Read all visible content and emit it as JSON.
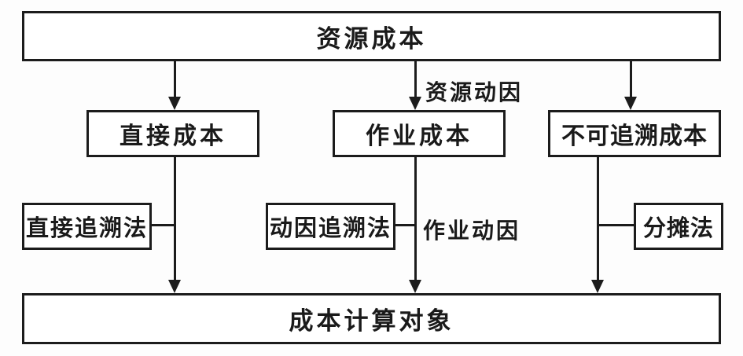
{
  "diagram": {
    "nodes": {
      "resource_cost": "资源成本",
      "direct_cost": "直接成本",
      "activity_cost": "作业成本",
      "untraceable_cost": "不可追溯成本",
      "direct_tracing_method": "直接追溯法",
      "driver_tracing_method": "动因追溯法",
      "allocation_method": "分摊法",
      "cost_object": "成本计算对象"
    },
    "edge_labels": {
      "resource_driver": "资源动因",
      "activity_driver": "作业动因"
    },
    "colors": {
      "line": "#1c1c1c",
      "text": "#1a1a1a",
      "box_fill": "#ffffff",
      "background": "#fdfdfd"
    }
  }
}
